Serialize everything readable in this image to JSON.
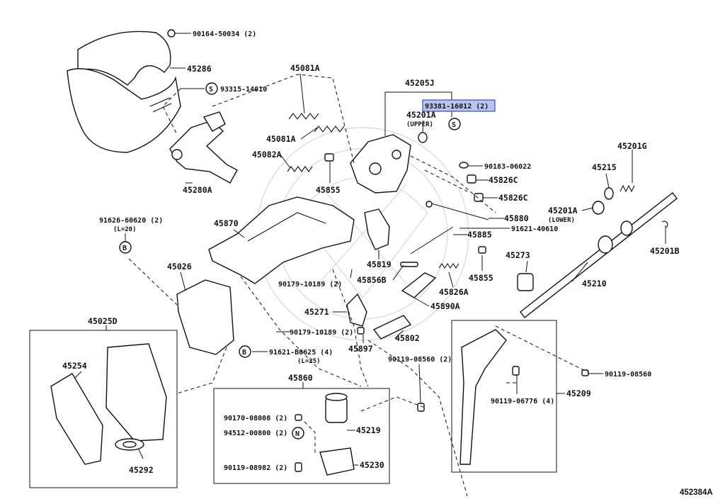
{
  "diagram_id": "452384A",
  "callouts": {
    "c_90164_50034": "90164-50034 (2)",
    "c_45286": "45286",
    "c_93315_14010": "93315-14010",
    "c_45081A_top": "45081A",
    "c_45081A_mid": "45081A",
    "c_45082A": "45082A",
    "c_45855_a": "45855",
    "c_45280A": "45280A",
    "c_45205J": "45205J",
    "c_93381_16012": "93381-16012 (2)",
    "c_45201A_upper": "45201A",
    "c_upper_note": "(UPPER)",
    "c_90183_06022": "90183-06022",
    "c_45826C_a": "45826C",
    "c_45826C_b": "45826C",
    "c_45880": "45880",
    "c_91621_40610": "91621-40610",
    "c_45885": "45885",
    "c_45201G": "45201G",
    "c_45215": "45215",
    "c_45201A_lower": "45201A",
    "c_lower_note": "(LOWER)",
    "c_45201B": "45201B",
    "c_91626_60620": "91626-60620 (2)",
    "c_l20_note": "(L=20)",
    "c_45870": "45870",
    "c_45819": "45819",
    "c_45273": "45273",
    "c_45855_b": "45855",
    "c_45026": "45026",
    "c_90179_10189_a": "90179-10189 (2)",
    "c_45856B": "45856B",
    "c_45826A": "45826A",
    "c_45210": "45210",
    "c_45890A": "45890A",
    "c_45271": "45271",
    "c_45025D": "45025D",
    "c_90179_10189_b": "90179-10189 (2)",
    "c_45802": "45802",
    "c_45897": "45897",
    "c_91621_B0625": "91621-B0625 (4)",
    "c_l25_note": "(L=25)",
    "c_90119_08560_a": "90119-08560 (2)",
    "c_45254": "45254",
    "c_90119_08560_b": "90119-08560",
    "c_45209": "45209",
    "c_90119_06776": "90119-06776 (4)",
    "c_45860": "45860",
    "c_90170_08008": "90170-08008 (2)",
    "c_45219": "45219",
    "c_94512_00800": "94512-00800 (2)",
    "c_45292": "45292",
    "c_90119_08982": "90119-08982 (2)",
    "c_45230": "45230"
  },
  "symbols": {
    "s_symbol": "S",
    "b_symbol": "B",
    "n_symbol": "N"
  },
  "highlight_color": "#b8c4f0"
}
